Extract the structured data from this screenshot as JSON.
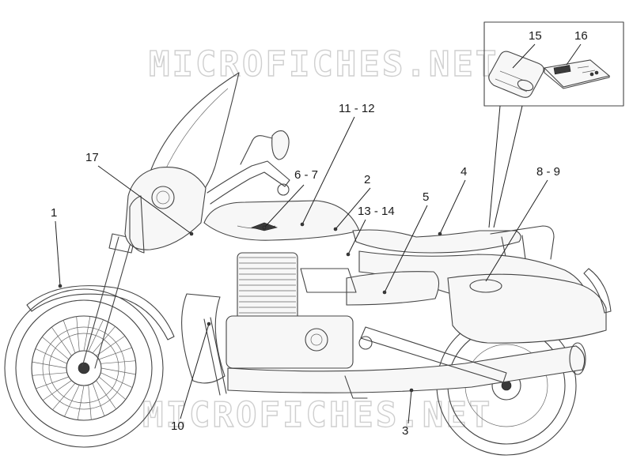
{
  "watermark": "MICROFICHES.NET",
  "callouts": {
    "c1": "1",
    "c2": "2",
    "c3": "3",
    "c4": "4",
    "c5": "5",
    "c6_7": "6 - 7",
    "c8_9": "8 - 9",
    "c10": "10",
    "c11_12": "11 - 12",
    "c13_14": "13 - 14",
    "c15": "15",
    "c16": "16",
    "c17": "17"
  }
}
